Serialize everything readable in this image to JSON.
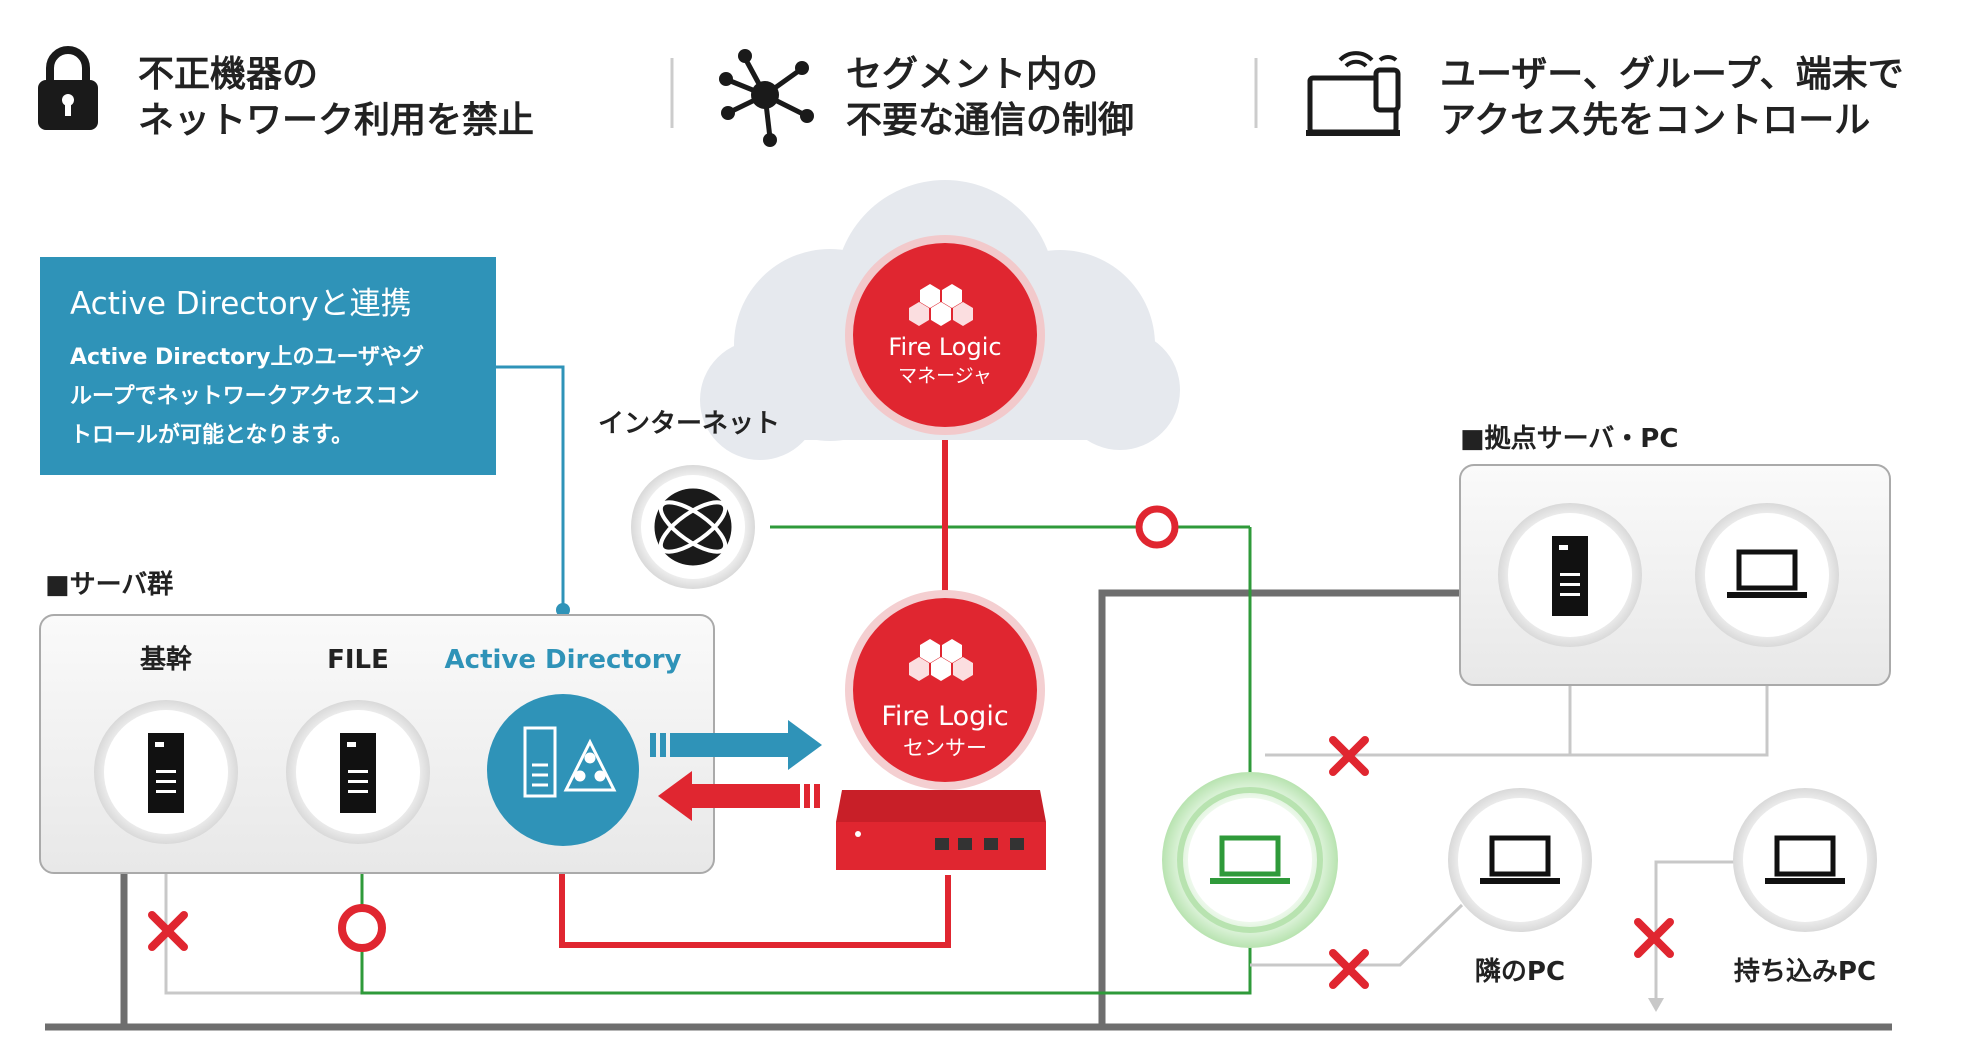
{
  "features": [
    {
      "icon": "padlock-icon",
      "line1": "不正機器の",
      "line2": "ネットワーク利用を禁止"
    },
    {
      "icon": "network-node-icon",
      "line1": "セグメント内の",
      "line2": "不要な通信の制御"
    },
    {
      "icon": "device-access-icon",
      "line1": "ユーザー、グループ、端末で",
      "line2": "アクセス先をコントロール"
    }
  ],
  "ad_callout": {
    "title": "Active Directoryと連携",
    "lines": [
      "Active Directory上のユーザやグ",
      "ループでネットワークアクセスコン",
      "トロールが可能となります。"
    ]
  },
  "server_group": {
    "label": "■サーバ群",
    "servers": [
      {
        "label": "基幹",
        "icon": "server-icon",
        "access": "denied"
      },
      {
        "label": "FILE",
        "icon": "server-icon",
        "access": "allowed"
      },
      {
        "label": "Active Directory",
        "icon": "ad-server-icon"
      }
    ]
  },
  "cloud_manager": {
    "brand": "Fire Logic",
    "role": "マネージャ"
  },
  "sensor": {
    "brand": "Fire Logic",
    "role": "センサー"
  },
  "internet": {
    "label": "インターネット",
    "icon": "globe-icon"
  },
  "branch": {
    "label": "■拠点サーバ・PC",
    "devices": [
      {
        "icon": "server-icon"
      },
      {
        "icon": "laptop-icon"
      }
    ]
  },
  "pcs": {
    "neighbor": "隣のPC",
    "byod": "持ち込みPC"
  },
  "colors": {
    "red": "#e02630",
    "green": "#2f9a3a",
    "blue": "#2f93b8",
    "gray_line": "#7a7a7a",
    "light_line": "#c8c8c8",
    "cloud": "#e6e9ee"
  },
  "legend_marks": {
    "allowed": "○",
    "denied": "×"
  }
}
